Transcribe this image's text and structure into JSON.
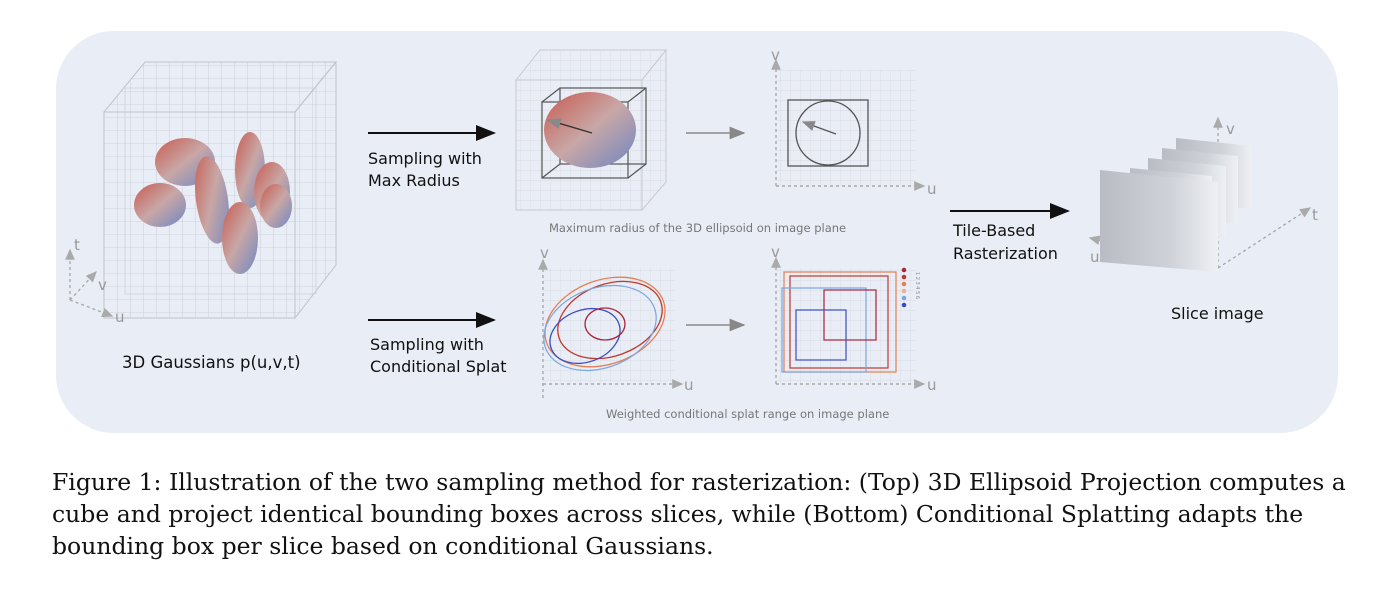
{
  "labels": {
    "gaussians": "3D Gaussians p(u,v,t)",
    "sampling_max_1": "Sampling with",
    "sampling_max_2": "Max Radius",
    "sampling_cond_1": "Sampling with",
    "sampling_cond_2": "Conditional Splat",
    "max_radius_note": "Maximum radius of the 3D ellipsoid on image plane",
    "cond_splat_note": "Weighted conditional splat range on image plane",
    "tile_1": "Tile-Based",
    "tile_2": "Rasterization",
    "slice": "Slice image"
  },
  "axes": {
    "u": "u",
    "v": "v",
    "t": "t"
  },
  "legend_text": "1 2 3 4 5 6",
  "caption": "Figure 1: Illustration of the two sampling method for rasterization: (Top) 3D Ellipsoid Projection computes a cube and project identical bounding boxes across slices, while (Bottom) Conditional Splatting adapts the bounding box per slice based on conditional Gaussians.",
  "colors": {
    "panel": "#e9edf6",
    "grid": "#c9ccd4",
    "red": "#c0392b",
    "blue": "#3b4cc0"
  }
}
